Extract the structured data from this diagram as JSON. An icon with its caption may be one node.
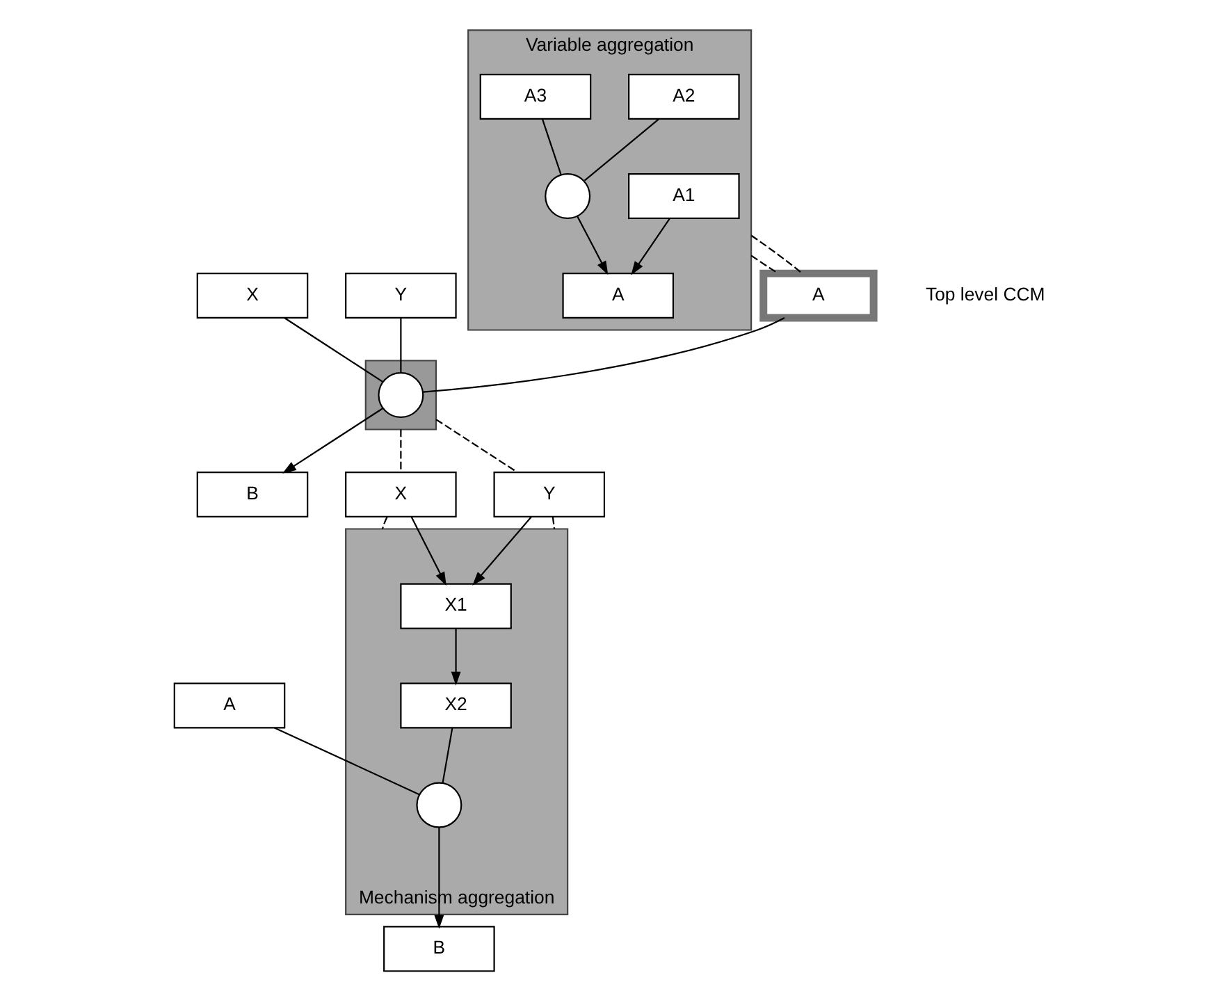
{
  "diagram": {
    "nodes": [
      {
        "text": [
          "Variable aggregation"
        ]
      },
      {
        "text": [
          "A1"
        ],
        "in": 0
      },
      {
        "text": [
          "A2"
        ],
        "in": 0
      },
      {
        "text": [
          "A"
        ],
        "in": 0
      },
      {
        "text": [],
        "shape": "circle",
        "in": 0
      },
      {
        "text": [
          "A3"
        ],
        "in": 0
      },
      {
        "text": [
          "A"
        ]
      },
      {
        "text": [
          "X"
        ]
      },
      {
        "text": [
          "Y"
        ]
      },
      {
        "text": [],
        "shape": "box"
      },
      {
        "text": [],
        "shape": "circle",
        "in": 9
      },
      {
        "text": [
          "B"
        ]
      },
      {
        "text": [
          "X"
        ]
      },
      {
        "text": [
          "Y"
        ]
      },
      {
        "text": [
          "Mechanism aggregation"
        ]
      },
      {
        "text": [
          "X1"
        ],
        "in": 14
      },
      {
        "text": [
          "X2"
        ],
        "in": 14
      },
      {
        "text": [],
        "shape": "circle",
        "in": 14
      },
      {
        "text": [
          "A"
        ]
      },
      {
        "text": [
          "B"
        ]
      }
    ],
    "edges": [
      {
        "from": 1,
        "to": 3,
        "arrow": "to"
      },
      {
        "from": 2,
        "to": 4,
        "arrow": "none"
      },
      {
        "from": 4,
        "to": 3,
        "arrow": "to"
      },
      {
        "from": 5,
        "to": 4,
        "arrow": "none"
      },
      {
        "from": 0,
        "to": 6,
        "arrow": "none",
        "style": "dashed"
      },
      {
        "from": 0,
        "to": 6,
        "arrow": "none",
        "style": "dashed"
      },
      {
        "from": 6,
        "to": 10,
        "arrow": "none"
      },
      {
        "from": 7,
        "to": 10,
        "arrow": "none"
      },
      {
        "from": 8,
        "to": 10,
        "arrow": "none"
      },
      {
        "from": 10,
        "to": 11,
        "arrow": "to"
      },
      {
        "from": 9,
        "to": 12,
        "arrow": "none",
        "style": "dashed"
      },
      {
        "from": 9,
        "to": 13,
        "arrow": "none",
        "style": "dashed"
      },
      {
        "from": 12,
        "to": 14,
        "arrow": "none",
        "style": "dashed"
      },
      {
        "from": 13,
        "to": 14,
        "arrow": "none",
        "style": "dashed"
      },
      {
        "from": 12,
        "to": 15,
        "arrow": "to"
      },
      {
        "from": 13,
        "to": 15,
        "arrow": "to"
      },
      {
        "from": 15,
        "to": 16,
        "arrow": "to"
      },
      {
        "from": 16,
        "to": 17,
        "arrow": "none"
      },
      {
        "from": 18,
        "to": 17,
        "arrow": "none"
      },
      {
        "from": 17,
        "to": 19,
        "arrow": "to"
      }
    ],
    "labels": [
      "Top level CCM"
    ]
  }
}
